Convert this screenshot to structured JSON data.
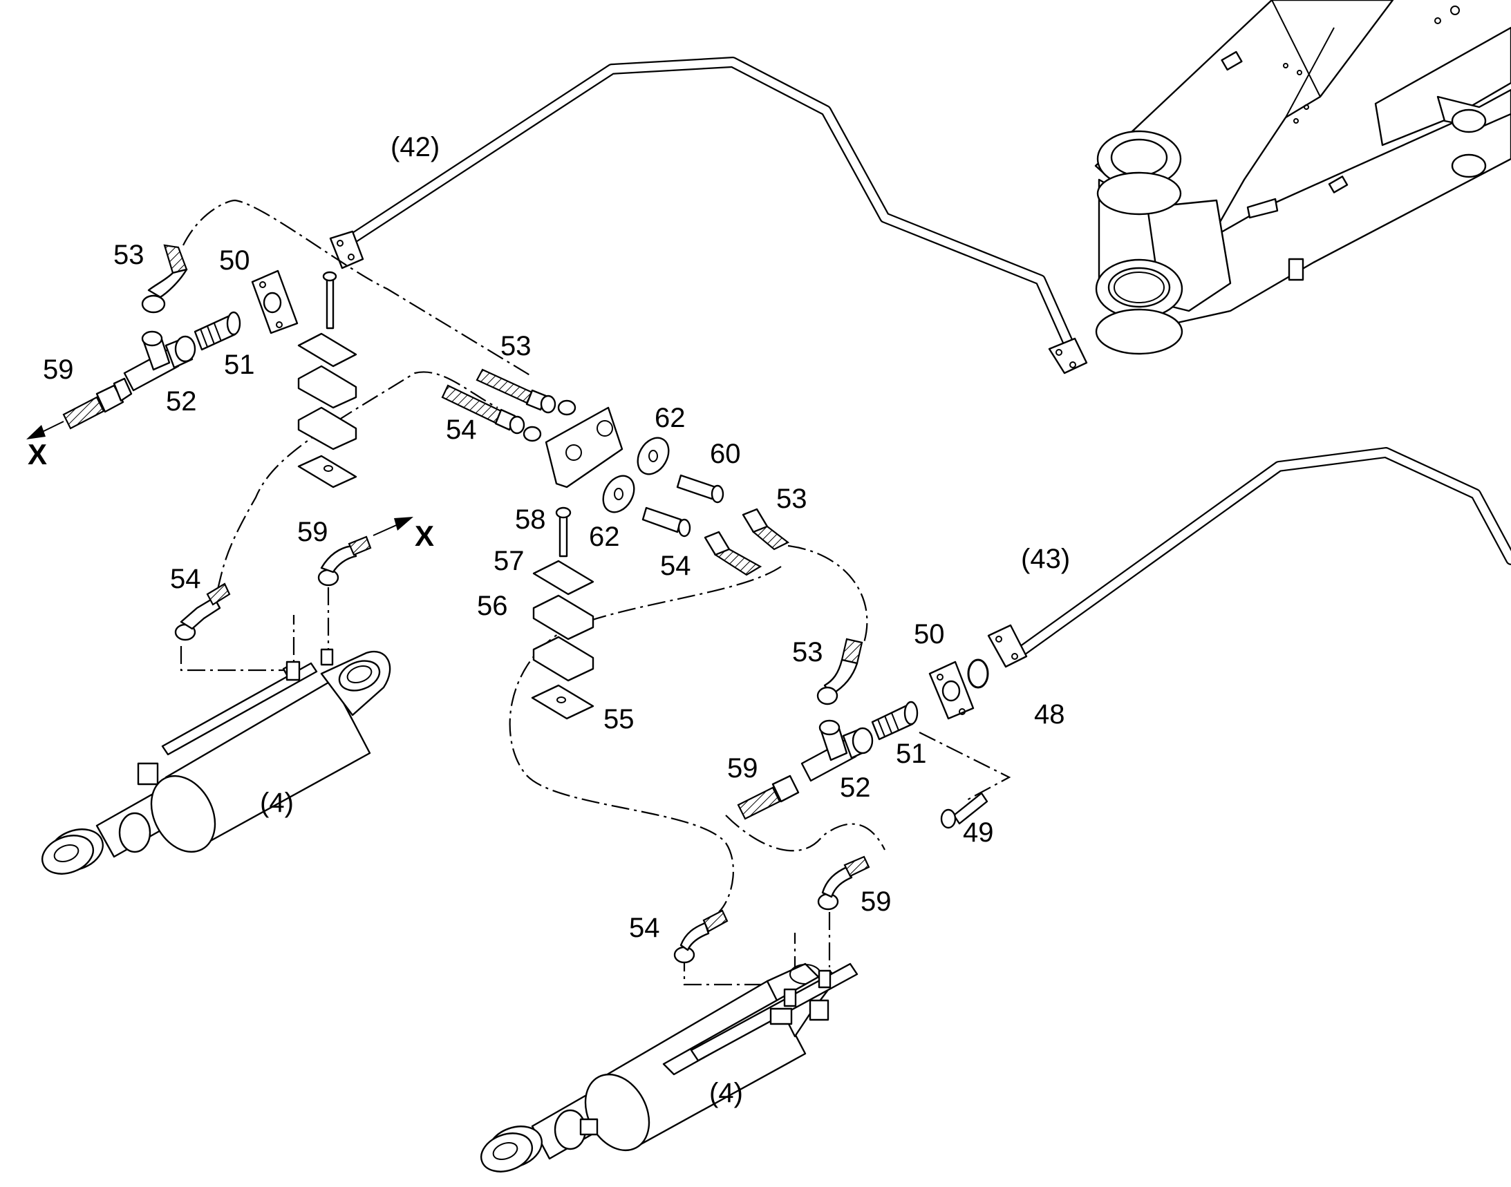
{
  "diagram": {
    "assembly_labels": [
      "(42)",
      "(43)",
      "(4)",
      "(4)"
    ],
    "part_labels": [
      "53",
      "50",
      "51",
      "52",
      "59",
      "53",
      "54",
      "62",
      "60",
      "62",
      "58",
      "57",
      "56",
      "55",
      "53",
      "54",
      "54",
      "59",
      "50",
      "53",
      "48",
      "51",
      "52",
      "59",
      "49",
      "54",
      "59"
    ],
    "direction_marks": [
      "X",
      "X"
    ],
    "line_color": "#000000",
    "background_color": "#ffffff"
  }
}
